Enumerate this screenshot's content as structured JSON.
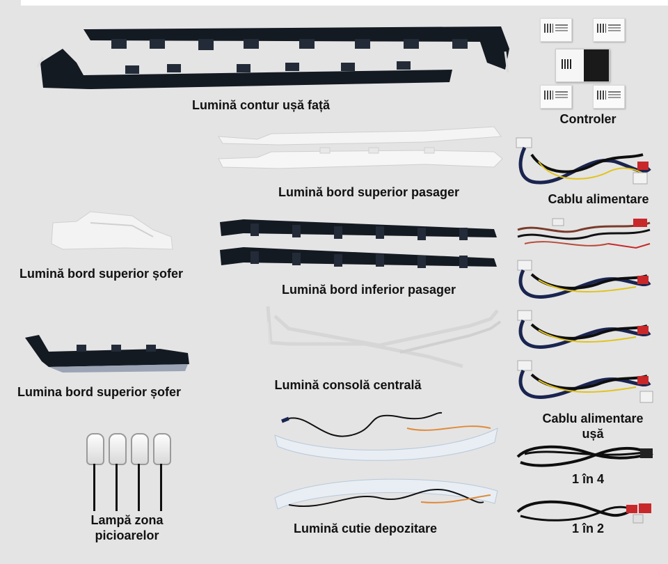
{
  "labels": {
    "front_door": "Lumină contur ușă față",
    "controller": "Controler",
    "upper_dash_passenger": "Lumină bord superior pasager",
    "power_cable": "Cablu alimentare",
    "upper_dash_driver_1": "Lumină bord superior șofer",
    "lower_dash_passenger": "Lumină bord inferior pasager",
    "upper_dash_driver_2": "Lumina bord superior șofer",
    "center_console": "Lumină consolă centrală",
    "door_power_cable_1": "Cablu alimentare",
    "door_power_cable_2": "ușă",
    "footwell_1": "Lampă zona",
    "footwell_2": "picioarelor",
    "one_in_four": "1 în 4",
    "storage_box": "Lumină cutie depozitare",
    "one_in_two": "1 în 2"
  },
  "colors": {
    "background": "#e4e4e4",
    "strip_dark": "#141a22",
    "strip_light": "#f4f4f4",
    "cable_blue": "#1a2450",
    "cable_black": "#0e0e0e",
    "connector_red": "#c8282a",
    "connector_yellow": "#e2c31a"
  }
}
